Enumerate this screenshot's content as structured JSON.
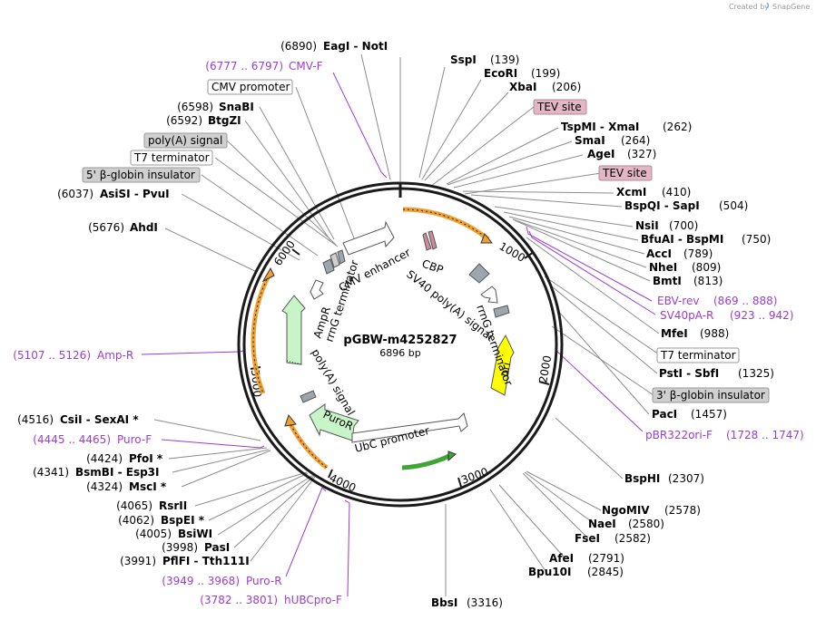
{
  "credit": {
    "text": "Created by",
    "brand": "SnapGene"
  },
  "plasmid": {
    "name": "pGBW-m4252827",
    "size_label": "6896 bp"
  },
  "ticks": [
    "1000",
    "2000",
    "3000",
    "4000",
    "5000",
    "6000"
  ],
  "enzymes_right": [
    {
      "name": "SspI",
      "pos": "(139)"
    },
    {
      "name": "EcoRI",
      "pos": "(199)"
    },
    {
      "name": "XbaI",
      "pos": "(206)"
    },
    {
      "name": "TspMI  -  XmaI",
      "pos": "(262)"
    },
    {
      "name": "SmaI",
      "pos": "(264)"
    },
    {
      "name": "AgeI",
      "pos": "(327)"
    },
    {
      "name": "XcmI",
      "pos": "(410)"
    },
    {
      "name": "BspQI  -  SapI",
      "pos": "(504)"
    },
    {
      "name": "NsiI",
      "pos": "(700)"
    },
    {
      "name": "BfuAI  -  BspMI",
      "pos": "(750)"
    },
    {
      "name": "AccI",
      "pos": "(789)"
    },
    {
      "name": "NheI",
      "pos": "(809)"
    },
    {
      "name": "BmtI",
      "pos": "(813)"
    },
    {
      "name": "MfeI",
      "pos": "(988)"
    },
    {
      "name": "PstI  -  SbfI",
      "pos": "(1325)"
    },
    {
      "name": "PacI",
      "pos": "(1457)"
    },
    {
      "name": "BspHI",
      "pos": "(2307)"
    },
    {
      "name": "NgoMIV",
      "pos": "(2578)"
    },
    {
      "name": "NaeI",
      "pos": "(2580)"
    },
    {
      "name": "FseI",
      "pos": "(2582)"
    },
    {
      "name": "AfeI",
      "pos": "(2791)"
    },
    {
      "name": "Bpu10I",
      "pos": "(2845)"
    },
    {
      "name": "BbsI",
      "pos": "(3316)"
    }
  ],
  "enzymes_left": [
    {
      "name": "EagI  -  NotI",
      "pos": "(6890)"
    },
    {
      "name": "SnaBI",
      "pos": "(6598)"
    },
    {
      "name": "BtgZI",
      "pos": "(6592)"
    },
    {
      "name": "AsiSI  -  PvuI",
      "pos": "(6037)"
    },
    {
      "name": "AhdI",
      "pos": "(5676)"
    },
    {
      "name": "CsiI  -  SexAI *",
      "pos": "(4516)"
    },
    {
      "name": "PfoI *",
      "pos": "(4424)"
    },
    {
      "name": "BsmBI  -  Esp3I",
      "pos": "(4341)"
    },
    {
      "name": "MscI *",
      "pos": "(4324)"
    },
    {
      "name": "RsrII",
      "pos": "(4065)"
    },
    {
      "name": "BspEI *",
      "pos": "(4062)"
    },
    {
      "name": "BsiWI",
      "pos": "(4005)"
    },
    {
      "name": "PasI",
      "pos": "(3998)"
    },
    {
      "name": "PflFI  -  Tth111I",
      "pos": "(3991)"
    }
  ],
  "primers": [
    {
      "name": "CMV-F",
      "range": "(6777 .. 6797)"
    },
    {
      "name": "EBV-rev",
      "range": "(869 .. 888)"
    },
    {
      "name": "SV40pA-R",
      "range": "(923 .. 942)"
    },
    {
      "name": "pBR322ori-F",
      "range": "(1728 .. 1747)"
    },
    {
      "name": "Amp-R",
      "range": "(5107 .. 5126)"
    },
    {
      "name": "Puro-F",
      "range": "(4445 .. 4465)"
    },
    {
      "name": "Puro-R",
      "range": "(3949 .. 3968)"
    },
    {
      "name": "hUBCpro-F",
      "range": "(3782 .. 3801)"
    }
  ],
  "tags": [
    {
      "text": "CMV promoter",
      "style": "white"
    },
    {
      "text": "poly(A) signal",
      "style": "grey"
    },
    {
      "text": "T7 terminator",
      "style": "white"
    },
    {
      "text": "5' β-globin insulator",
      "style": "grey"
    },
    {
      "text": "TEV site",
      "style": "pink"
    },
    {
      "text": "TEV site",
      "style": "pink"
    },
    {
      "text": "T7 terminator",
      "style": "white"
    },
    {
      "text": "3' β-globin insulator",
      "style": "grey"
    }
  ],
  "features": {
    "cmv_enhancer": "CMV enhancer",
    "cbp": "CBP",
    "sv40": "SV40 poly(A) signal",
    "rrng_right": "rrnG terminator",
    "ori": "ori",
    "ampr": "AmpR",
    "rrng_left": "rrnG terminator",
    "polya": "poly(A) signal",
    "puror": "PuroR",
    "ubc": "UbC promoter"
  },
  "colors": {
    "backbone": "#1a1a1a",
    "enzyme_line": "#8c8c8c",
    "primer": "#9b3dcf",
    "orange_arrow": "#f0a030",
    "green_arrow": "#3fa535",
    "ori_yellow": "#ffff00",
    "ampr_green": "#c8f5c8",
    "puror_green": "#c8f5c8",
    "cbp_pink": "#d08aa0"
  }
}
